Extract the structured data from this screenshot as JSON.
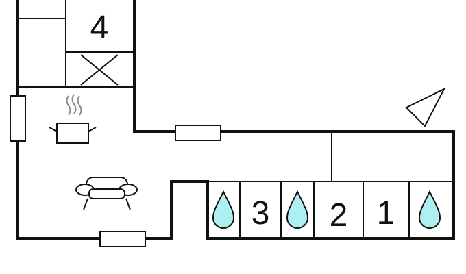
{
  "room_labels": {
    "upper_room": "4",
    "room_c": "3",
    "room_b": "2",
    "room_a": "1"
  },
  "colors": {
    "wall": "#111111",
    "water_drop": "#aef0f2",
    "background": "#ffffff"
  },
  "icons": [
    "stove-pot-icon",
    "steam-icon",
    "sofa-icon",
    "water-drop-icon",
    "compass-arrow-icon",
    "stairs-cross-icon",
    "window-icon"
  ]
}
